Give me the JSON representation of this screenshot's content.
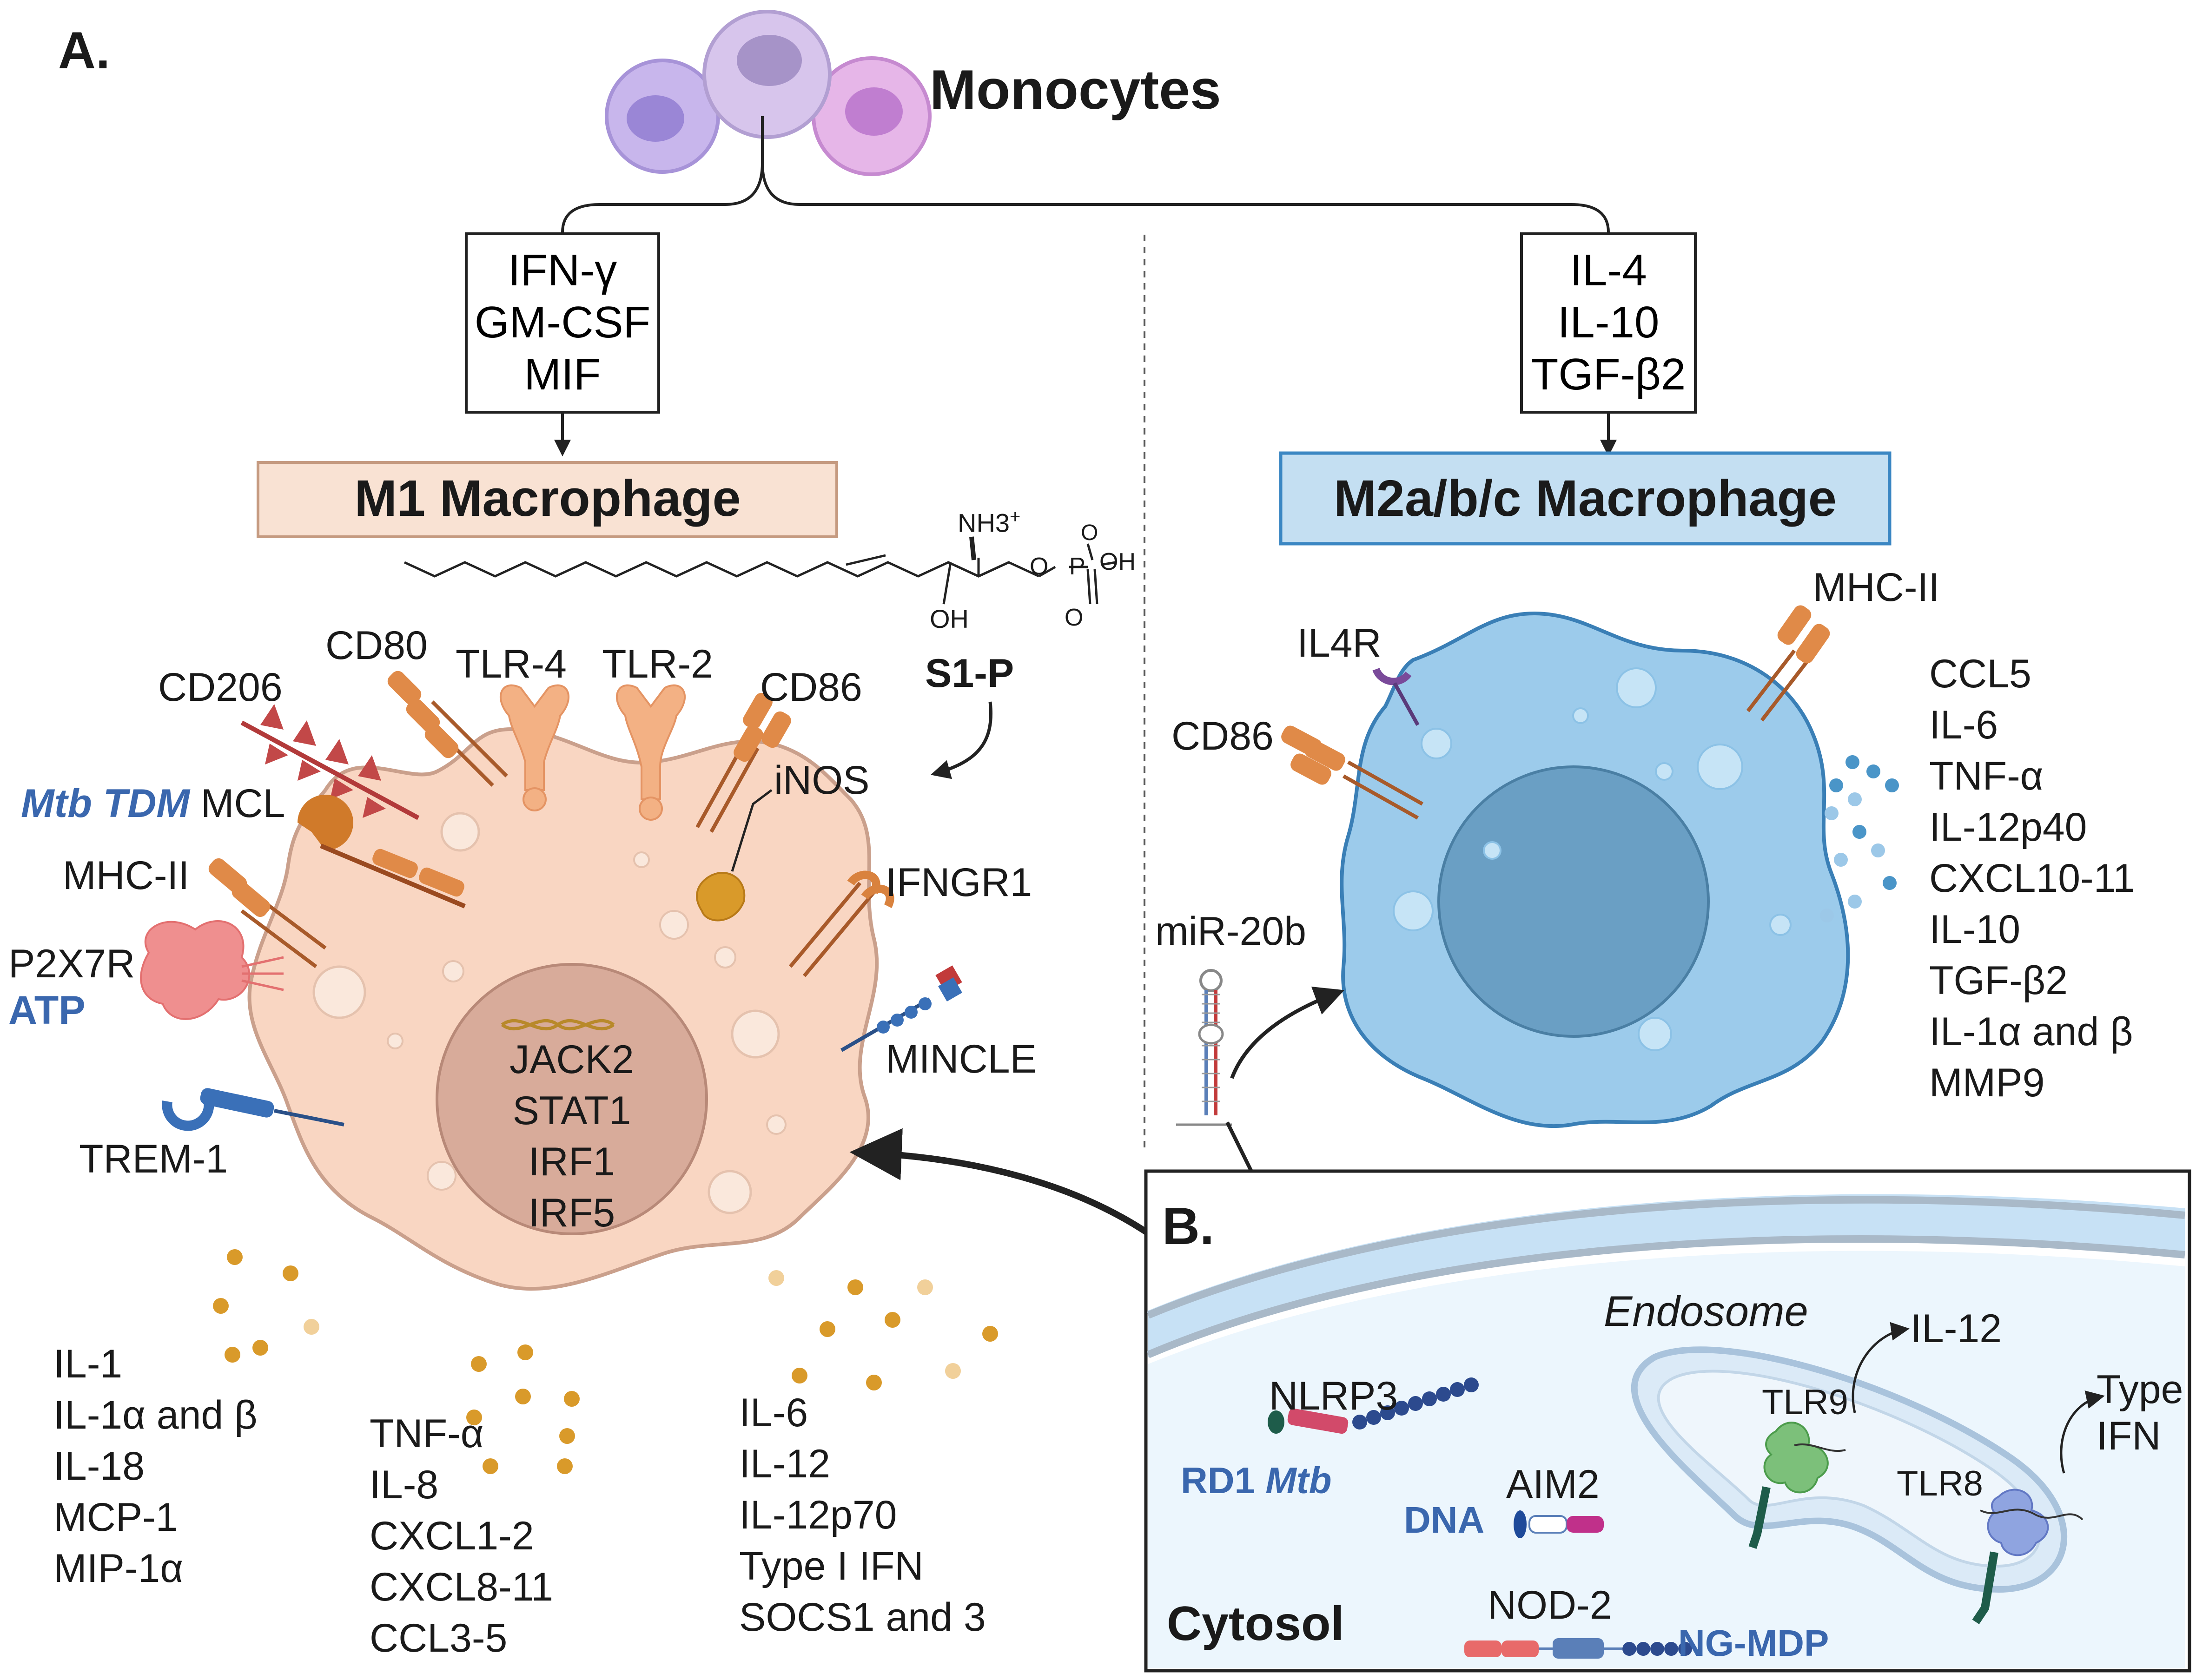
{
  "panel_a": {
    "label": "A.",
    "monocytes": "Monocytes",
    "m1_stimuli": [
      "IFN-γ",
      "GM-CSF",
      "MIF"
    ],
    "m2_stimuli": [
      "IL-4",
      "IL-10",
      "TGF-β2"
    ],
    "m1_title": "M1 Macrophage",
    "m2_title": "M2a/b/c Macrophage",
    "s1p": {
      "label": "S1-P",
      "nh3": "NH3",
      "nh3_charge": "+",
      "oh1": "OH",
      "oh2": "OH",
      "o_minus": "O",
      "p": "P",
      "o_bottom": "O",
      "o_link": "O"
    },
    "m1_receptors": {
      "cd206": "CD206",
      "cd80": "CD80",
      "tlr4": "TLR-4",
      "tlr2": "TLR-2",
      "cd86": "CD86",
      "mtb_tdm": "Mtb TDM",
      "mcl": "MCL",
      "mhc2": "MHC-II",
      "p2x7r": "P2X7R",
      "atp": "ATP",
      "trem1": "TREM-1",
      "inos": "iNOS",
      "ifngr1": "IFNGR1",
      "mincle": "MINCLE"
    },
    "nucleus_items": [
      "JACK2",
      "STAT1",
      "IRF1",
      "IRF5"
    ],
    "m1_cytokines_left": [
      "IL-1",
      "IL-1α and β",
      "IL-18",
      "MCP-1",
      "MIP-1α"
    ],
    "m1_cytokines_middle": [
      "TNF-α",
      "IL-8",
      "CXCL1-2",
      "CXCL8-11",
      "CCL3-5"
    ],
    "m1_cytokines_right": [
      "IL-6",
      "IL-12",
      "IL-12p70",
      "Type I IFN",
      "SOCS1 and 3"
    ],
    "m2_receptors": {
      "il4r": "IL4R",
      "cd86": "CD86",
      "mhc2": "MHC-II"
    },
    "m2_cytokines": [
      "CCL5",
      "IL-6",
      "TNF-α",
      "IL-12p40",
      "CXCL10-11",
      "IL-10",
      "TGF-β2",
      "IL-1α and β",
      "MMP9"
    ],
    "mirna": "miR-20b"
  },
  "panel_b": {
    "label": "B.",
    "endosome": "Endosome",
    "il12": "IL-12",
    "type1_ifn": [
      "Type I",
      "IFN"
    ],
    "tlr9": "TLR9",
    "tlr8": "TLR8",
    "nlrp3": "NLRP3",
    "rd1": "RD1",
    "mtb": "Mtb",
    "dna": "DNA",
    "aim2": "AIM2",
    "cytosol": "Cytosol",
    "nod2": "NOD-2",
    "ng_mdp": "NG-MDP"
  },
  "colors": {
    "m1_cell": "#f9d9c4",
    "m1_outline": "#c9a08a",
    "m1_nucleus": "#d6aa98",
    "m2_cell": "#9ccbeb",
    "m2_outline": "#4e8fc4",
    "m2_nucleus": "#6a9fc4",
    "receptor_orange": "#d9823e",
    "blue_text": "#3a67ae"
  }
}
